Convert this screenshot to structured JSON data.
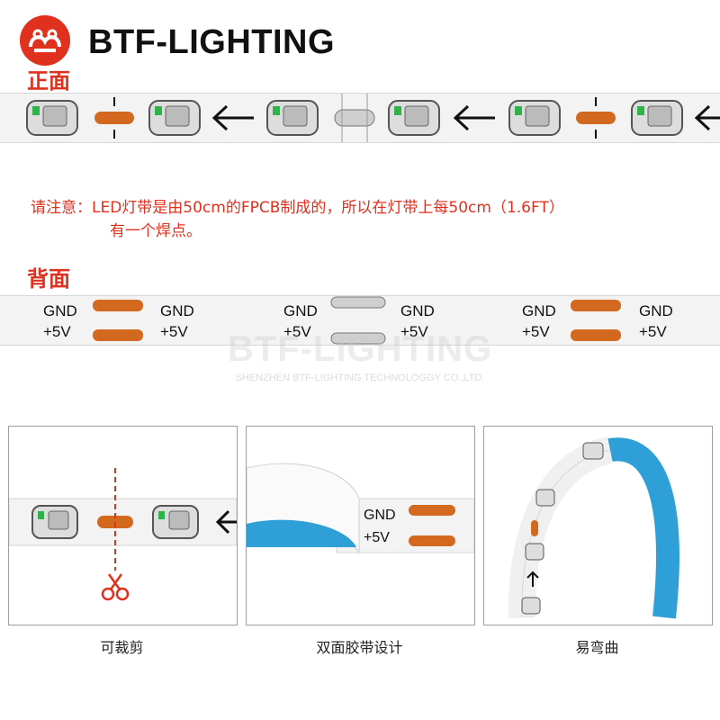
{
  "header": {
    "brand": "BTF-LIGHTING",
    "logo_icon": "btf-logo-icon"
  },
  "front": {
    "label": "正面"
  },
  "notice": {
    "line1": "请注意：LED灯带是由50cm的FPCB制成的，所以在灯带上每50cm（1.6FT）",
    "line2": "有一个焊点。"
  },
  "back": {
    "label": "背面",
    "gnd": "GND",
    "plus5v": "+5V"
  },
  "watermark": {
    "brand": "BTF-LIGHTING",
    "company": "SHENZHEN BTF-LIGHTING TECHNOLOGGY CO.,LTD."
  },
  "features": [
    {
      "caption": "可裁剪",
      "icon": "scissors-icon"
    },
    {
      "caption": "双面胶带设计",
      "gnd": "GND",
      "plus5v": "+5V"
    },
    {
      "caption": "易弯曲"
    }
  ],
  "colors": {
    "accent_red": "#e0311f",
    "pad_orange": "#d2691e",
    "tape_blue": "#2f9fd8",
    "led_green": "#2fb24a"
  }
}
